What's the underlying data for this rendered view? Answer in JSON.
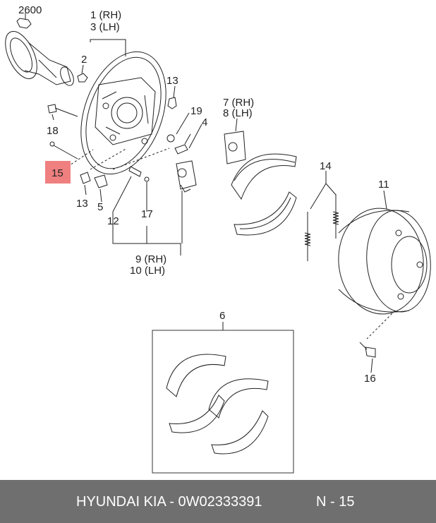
{
  "labels": {
    "l2600": "2600",
    "l1": "1 (RH)",
    "l3": "3 (LH)",
    "l2": "2",
    "l13a": "13",
    "l19": "19",
    "l4": "4",
    "l18": "18",
    "l15": "15",
    "l13b": "13",
    "l5": "5",
    "l12": "12",
    "l17": "17",
    "l7": "7 (RH)",
    "l8": "8 (LH)",
    "l14": "14",
    "l11": "11",
    "l9": "9 (RH)",
    "l10": "10 (LH)",
    "l6": "6",
    "l16": "16"
  },
  "highlight": {
    "color": "#f08080",
    "part": "15"
  },
  "footer": {
    "main": "HYUNDAI  KIA - 0W02333391",
    "page": "N - 15"
  },
  "colors": {
    "footer_bg": "#6f6f6f",
    "line": "#222222"
  }
}
